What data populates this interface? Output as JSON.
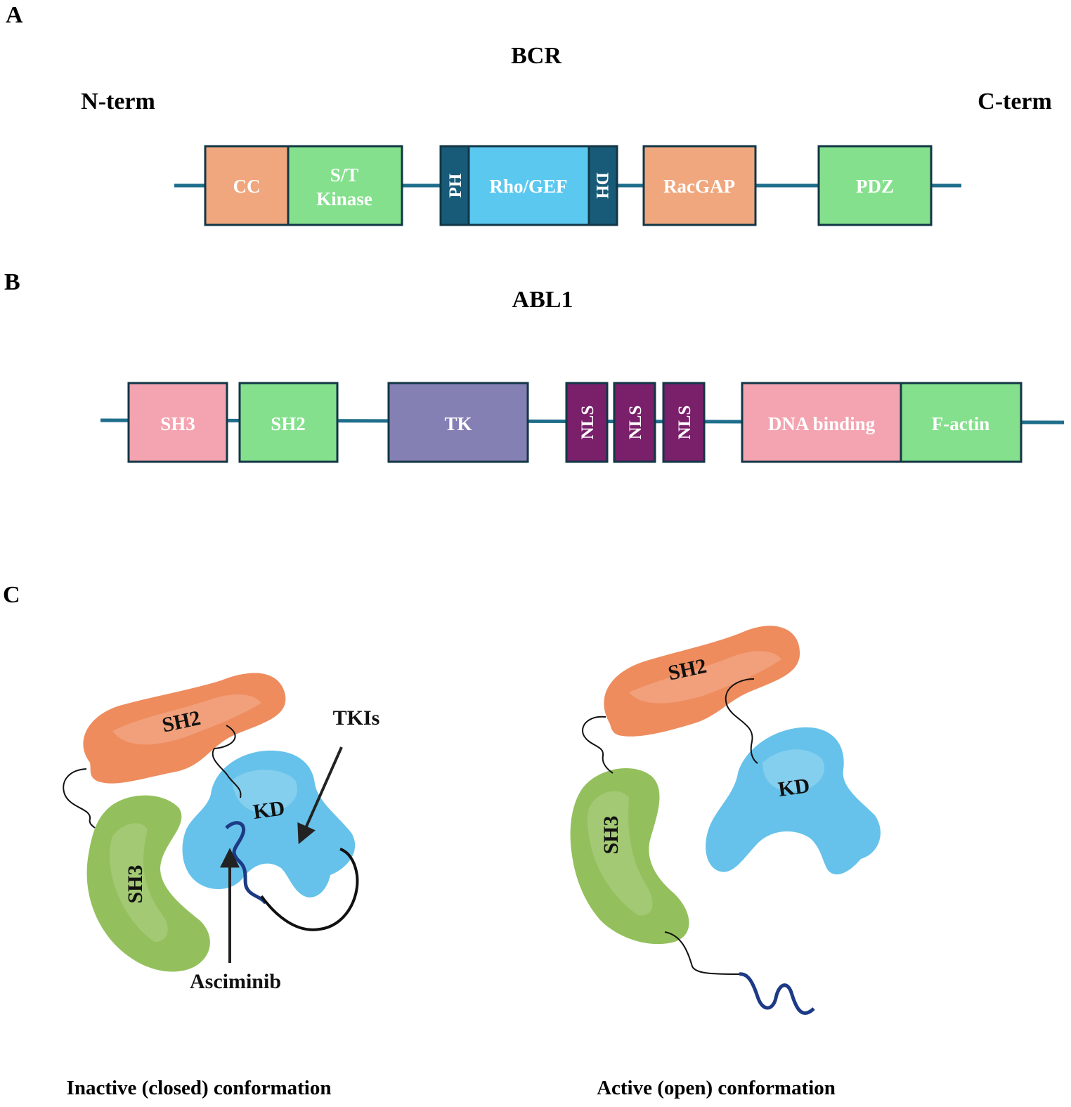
{
  "panels": {
    "a": "A",
    "b": "B",
    "c": "C"
  },
  "bcr": {
    "title": "BCR",
    "n_term": "N-term",
    "c_term": "C-term",
    "domains": {
      "cc": {
        "label": "CC",
        "color": "#f0a77e"
      },
      "st_kinase": {
        "line1": "S/T",
        "line2": "Kinase",
        "color": "#84e08c"
      },
      "ph": {
        "label": "PH",
        "color": "#185b78"
      },
      "rho_gef": {
        "label": "Rho/GEF",
        "color": "#5bc8f0"
      },
      "dh": {
        "label": "DH",
        "color": "#185b78"
      },
      "racgap": {
        "label": "RacGAP",
        "color": "#f0a77e"
      },
      "pdz": {
        "label": "PDZ",
        "color": "#84e08c"
      }
    }
  },
  "abl1": {
    "title": "ABL1",
    "domains": {
      "sh3": {
        "label": "SH3",
        "color": "#f4a3b0"
      },
      "sh2": {
        "label": "SH2",
        "color": "#84e08c"
      },
      "tk": {
        "label": "TK",
        "color": "#8580b4"
      },
      "nls1": {
        "label": "NLS",
        "color": "#7a1f6a"
      },
      "nls2": {
        "label": "NLS",
        "color": "#7a1f6a"
      },
      "nls3": {
        "label": "NLS",
        "color": "#7a1f6a"
      },
      "dna_binding": {
        "label": "DNA binding",
        "color": "#f4a3b0"
      },
      "f_actin": {
        "label": "F-actin",
        "color": "#84e08c"
      }
    }
  },
  "conformations": {
    "inactive": {
      "sh2": "SH2",
      "sh3": "SH3",
      "kd": "KD",
      "tkis": "TKIs",
      "asciminib": "Asciminib",
      "caption": "Inactive (closed) conformation"
    },
    "active": {
      "sh2": "SH2",
      "sh3": "SH3",
      "kd": "KD",
      "caption": "Active (open) conformation"
    },
    "colors": {
      "sh2": "#ee8c5e",
      "sh3": "#93c05c",
      "kd": "#66c2ea",
      "myristoyl_tail": "#1c3a85"
    }
  }
}
